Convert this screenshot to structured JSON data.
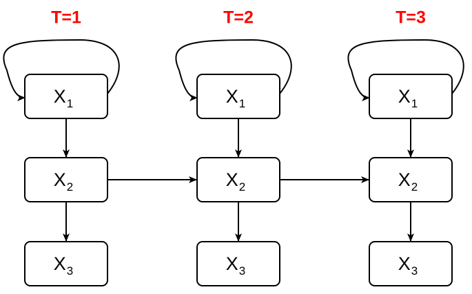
{
  "colors": {
    "time_label": "#ff0000",
    "stroke": "#000000",
    "node_fill": "#ffffff"
  },
  "columns": [
    {
      "id": "t1",
      "label": "T=1",
      "nodes": [
        {
          "id": "x1",
          "base": "X",
          "sub": "1"
        },
        {
          "id": "x2",
          "base": "X",
          "sub": "2"
        },
        {
          "id": "x3",
          "base": "X",
          "sub": "3"
        }
      ]
    },
    {
      "id": "t2",
      "label": "T=2",
      "nodes": [
        {
          "id": "x1",
          "base": "X",
          "sub": "1"
        },
        {
          "id": "x2",
          "base": "X",
          "sub": "2"
        },
        {
          "id": "x3",
          "base": "X",
          "sub": "3"
        }
      ]
    },
    {
      "id": "t3",
      "label": "T=3",
      "nodes": [
        {
          "id": "x1",
          "base": "X",
          "sub": "1"
        },
        {
          "id": "x2",
          "base": "X",
          "sub": "2"
        },
        {
          "id": "x3",
          "base": "X",
          "sub": "3"
        }
      ]
    }
  ],
  "edges": [
    {
      "from": "t1.x1",
      "to": "t1.x1",
      "kind": "self-loop"
    },
    {
      "from": "t1.x1",
      "to": "t1.x2"
    },
    {
      "from": "t1.x2",
      "to": "t1.x3"
    },
    {
      "from": "t1.x2",
      "to": "t2.x2"
    },
    {
      "from": "t2.x1",
      "to": "t2.x1",
      "kind": "self-loop"
    },
    {
      "from": "t2.x1",
      "to": "t2.x2"
    },
    {
      "from": "t2.x2",
      "to": "t2.x3"
    },
    {
      "from": "t2.x2",
      "to": "t3.x2"
    },
    {
      "from": "t3.x1",
      "to": "t3.x1",
      "kind": "self-loop"
    },
    {
      "from": "t3.x1",
      "to": "t3.x2"
    },
    {
      "from": "t3.x2",
      "to": "t3.x3"
    }
  ]
}
